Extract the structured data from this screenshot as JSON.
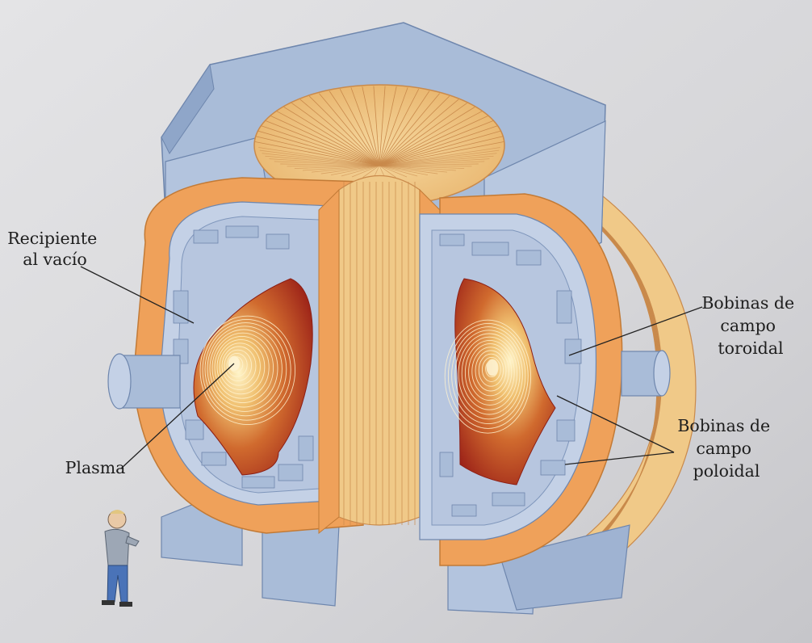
{
  "labels": {
    "vacuum_vessel": [
      "Recipiente",
      "al vacío"
    ],
    "plasma": "Plasma",
    "toroidal_coils": [
      "Bobinas de",
      "campo",
      "toroidal"
    ],
    "poloidal_coils": [
      "Bobinas de",
      "campo",
      "poloidal"
    ]
  },
  "colors": {
    "page": "#d9d9dc",
    "steel": "#a9bcd8",
    "steel_light": "#c4d1e6",
    "steel_dark": "#7f96bb",
    "coil_outer": "#efa15a",
    "coil_face": "#f0c988",
    "coil_line": "#c98a4c",
    "plasma_edge": "#a8281b",
    "plasma_core": "#f7e3a5"
  }
}
